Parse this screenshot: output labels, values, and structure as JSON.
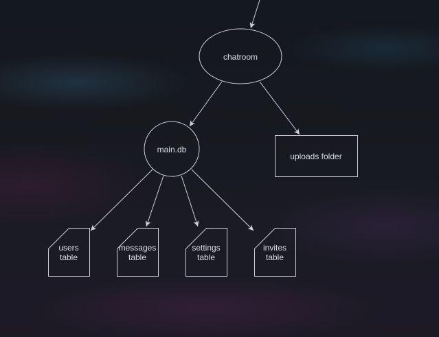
{
  "diagram": {
    "nodes": {
      "chatroom": {
        "label": "chatroom",
        "shape": "ellipse"
      },
      "main_db": {
        "label": "main.db",
        "shape": "circle"
      },
      "uploads": {
        "label": "uploads folder",
        "shape": "rectangle"
      },
      "users": {
        "label_line1": "users",
        "label_line2": "table",
        "shape": "note"
      },
      "messages": {
        "label_line1": "messages",
        "label_line2": "table",
        "shape": "note"
      },
      "settings": {
        "label_line1": "settings",
        "label_line2": "table",
        "shape": "note"
      },
      "invites": {
        "label_line1": "invites",
        "label_line2": "table",
        "shape": "note"
      }
    },
    "edges": [
      {
        "from": "offscreen",
        "to": "chatroom"
      },
      {
        "from": "chatroom",
        "to": "main_db"
      },
      {
        "from": "chatroom",
        "to": "uploads"
      },
      {
        "from": "main_db",
        "to": "users"
      },
      {
        "from": "main_db",
        "to": "messages"
      },
      {
        "from": "main_db",
        "to": "settings"
      },
      {
        "from": "main_db",
        "to": "invites"
      }
    ],
    "colors": {
      "stroke": "#cfd0dc",
      "text": "#dcdde6",
      "background": "#17191f"
    }
  }
}
